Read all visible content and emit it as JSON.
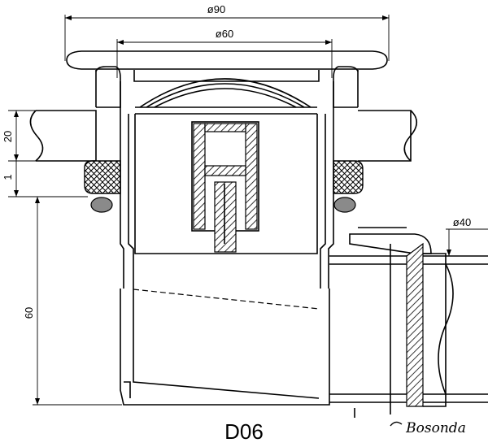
{
  "drawing": {
    "model": "D06",
    "brand": "Bosonda",
    "dimensions": {
      "top_outer_diameter": "ø90",
      "top_inner_diameter": "ø60",
      "outlet_diameter": "ø40",
      "plate_thickness": "20",
      "gasket_gap": "1",
      "body_height": "60"
    }
  },
  "colors": {
    "line": "#000000",
    "background": "#ffffff",
    "seal": "#8a8a8a"
  }
}
